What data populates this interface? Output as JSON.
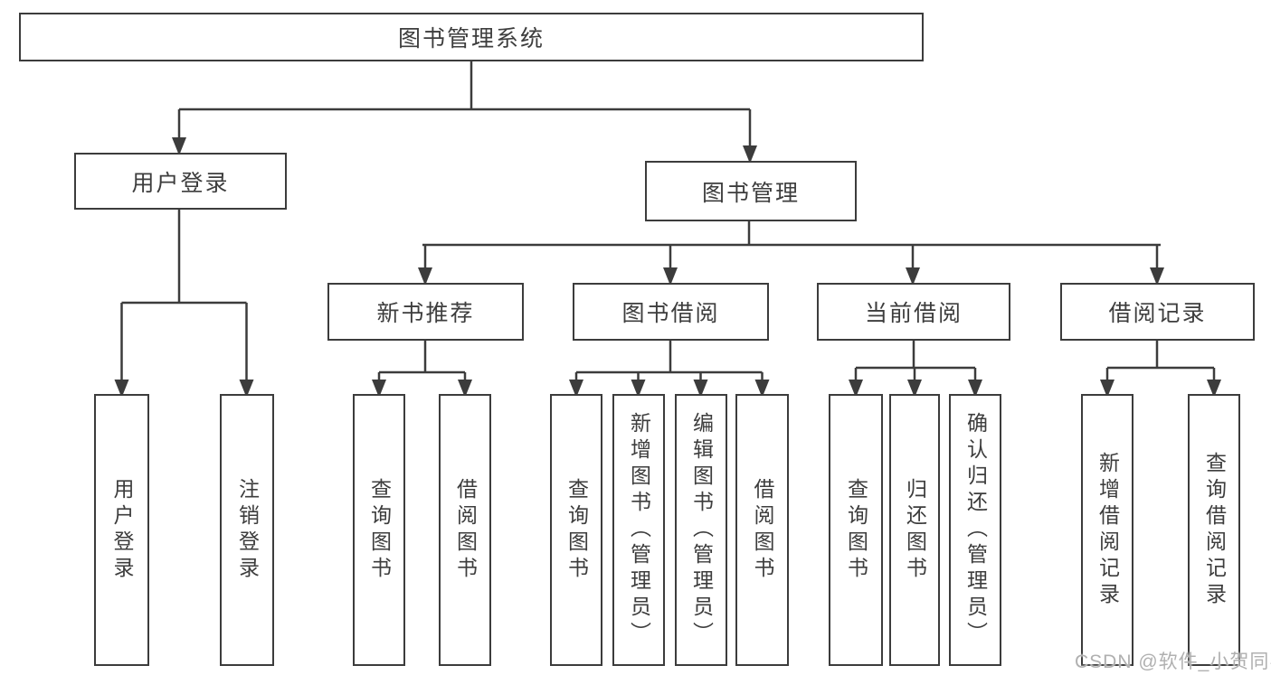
{
  "diagram": {
    "title": "图书管理系统",
    "nodes": {
      "user_login": {
        "label": "用户登录",
        "children": {
          "login": "用户登录",
          "logout": "注销登录"
        }
      },
      "book_mgmt": {
        "label": "图书管理",
        "children": {
          "new_book": {
            "label": "新书推荐",
            "children": {
              "query": "查询图书",
              "borrow": "借阅图书"
            }
          },
          "book_borrow": {
            "label": "图书借阅",
            "children": {
              "query": "查询图书",
              "add": "新增图书（管理员）",
              "edit": "编辑图书（管理员）",
              "borrow": "借阅图书"
            }
          },
          "current_borrow": {
            "label": "当前借阅",
            "children": {
              "query": "查询图书",
              "return": "归还图书",
              "confirm": "确认归还（管理员）"
            }
          },
          "borrow_record": {
            "label": "借阅记录",
            "children": {
              "add": "新增借阅记录",
              "query": "查询借阅记录"
            }
          }
        }
      }
    }
  },
  "watermark": "CSDN @软件_小贺同学",
  "colors": {
    "line": "#3c3c3c",
    "text": "#3d3d3d",
    "watermark": "#b0b0b0",
    "background": "#ffffff"
  }
}
